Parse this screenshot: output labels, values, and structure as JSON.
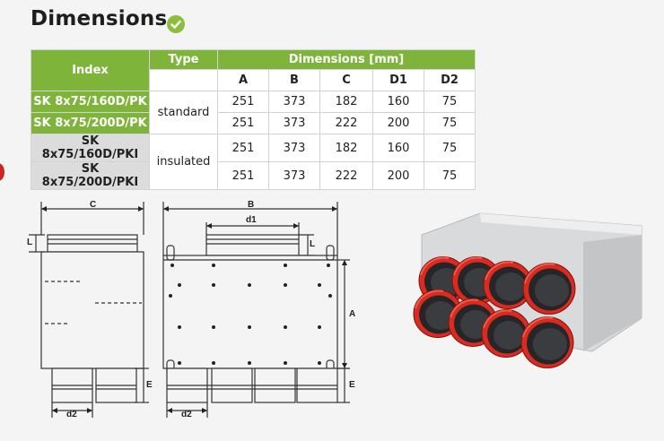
{
  "header": {
    "title": "Dimensions",
    "check_icon": "check-circle-icon",
    "accent": "#7fb43a"
  },
  "table": {
    "index_header": "Index",
    "type_header": "Type",
    "dims_header": "Dimensions [mm]",
    "columns": [
      "A",
      "B",
      "C",
      "D1",
      "D2"
    ],
    "types": [
      "standard",
      "insulated"
    ],
    "rows": [
      {
        "index": "SK 8x75/160D/PK",
        "values": [
          "251",
          "373",
          "182",
          "160",
          "75"
        ]
      },
      {
        "index": "SK 8x75/200D/PK",
        "values": [
          "251",
          "373",
          "222",
          "200",
          "75"
        ]
      },
      {
        "index": "SK 8x75/160D/PKI",
        "values": [
          "251",
          "373",
          "182",
          "160",
          "75"
        ]
      },
      {
        "index": "SK 8x75/200D/PKI",
        "values": [
          "251",
          "373",
          "222",
          "200",
          "75"
        ]
      }
    ]
  },
  "drawing": {
    "label_c": "C",
    "label_b": "B",
    "label_d1": "d1",
    "label_l": "L",
    "label_l2": "L",
    "label_a": "A",
    "label_e": "E",
    "label_e2": "E",
    "label_d2": "d2",
    "label_d2b": "d2"
  },
  "product_photo": "plenum-box-with-8-red-sealed-spigots"
}
